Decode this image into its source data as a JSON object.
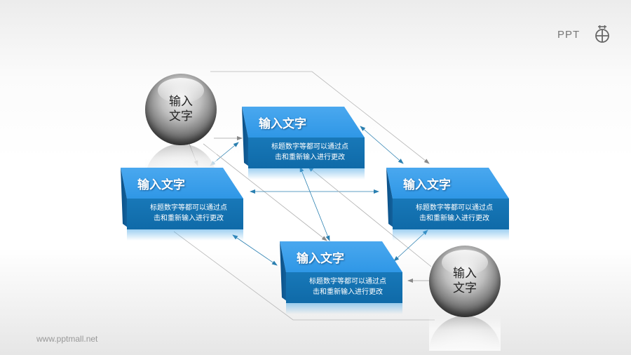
{
  "logo": {
    "text": "PPT",
    "mark": "ppt-ting-logo"
  },
  "footer": {
    "url": "www.pptmall.net"
  },
  "spheres": [
    {
      "label_line1": "输入",
      "label_line2": "文字"
    },
    {
      "label_line1": "输入",
      "label_line2": "文字"
    }
  ],
  "boxes": [
    {
      "title": "输入文字",
      "desc_line1": "标题数字等都可以通过点",
      "desc_line2": "击和重新输入进行更改"
    },
    {
      "title": "输入文字",
      "desc_line1": "标题数字等都可以通过点",
      "desc_line2": "击和重新输入进行更改"
    },
    {
      "title": "输入文字",
      "desc_line1": "标题数字等都可以通过点",
      "desc_line2": "击和重新输入进行更改"
    },
    {
      "title": "输入文字",
      "desc_line1": "标题数字等都可以通过点",
      "desc_line2": "击和重新输入进行更改"
    }
  ],
  "colors": {
    "box_top": "#3aa0ea",
    "box_front": "#1372b2",
    "arrow_blue": "#2a7fb0",
    "arrow_gray": "#8a8a8a"
  }
}
